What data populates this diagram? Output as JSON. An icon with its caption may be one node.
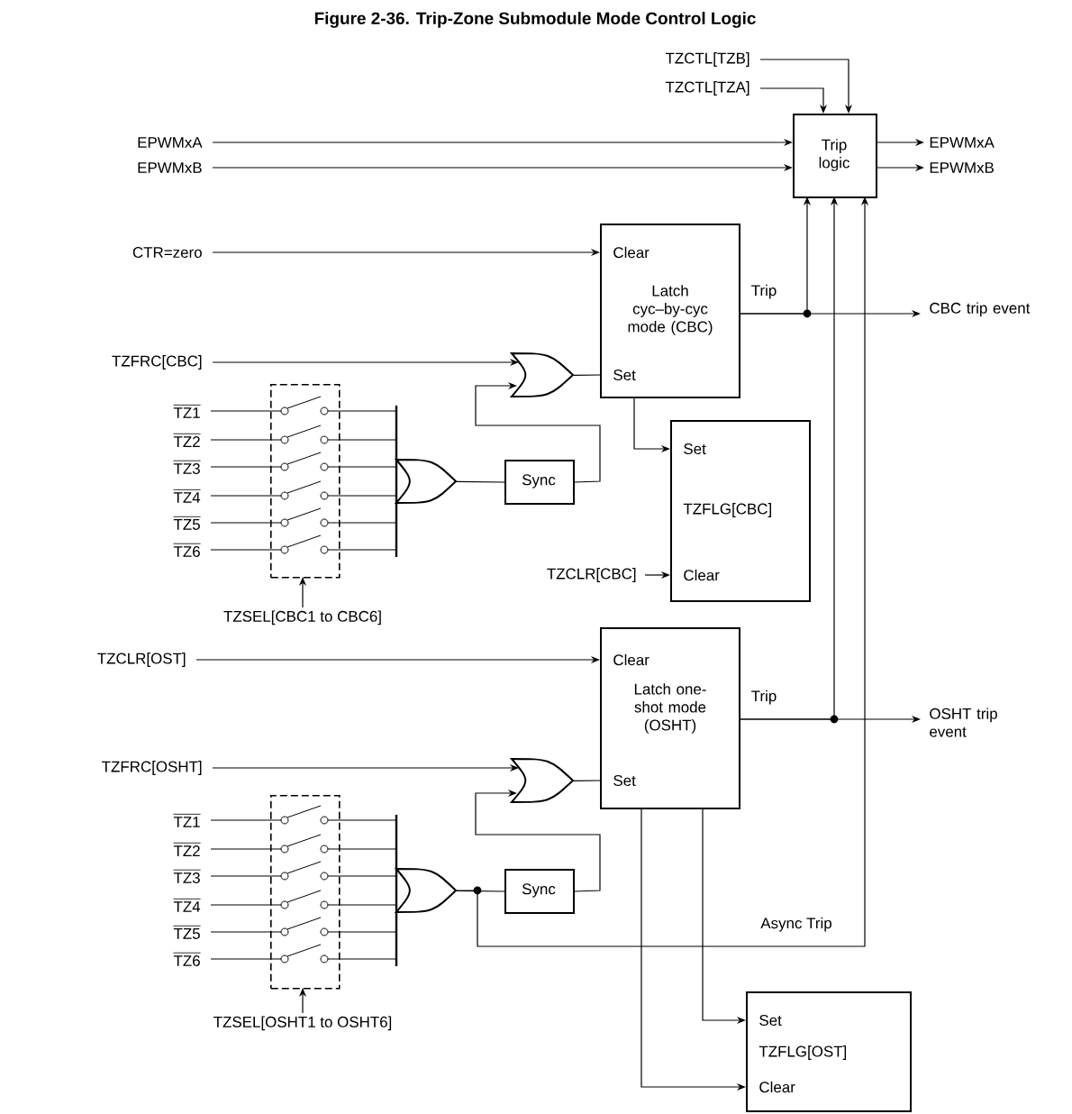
{
  "diagram": {
    "title": "Figure 2-36. Trip-Zone Submodule Mode Control Logic",
    "nodes": [
      {
        "text": [
          "TZCTL[TZB]"
        ]
      },
      {
        "text": [
          "TZCTL[TZA]"
        ]
      },
      {
        "text": [
          "EPWMxA"
        ]
      },
      {
        "text": [
          "EPWMxB"
        ]
      },
      {
        "text": [
          "Trip logic"
        ]
      },
      {
        "text": [
          "EPWMxA"
        ]
      },
      {
        "text": [
          "EPWMxB"
        ]
      },
      {
        "text": [
          "CTR=zero"
        ]
      },
      {
        "text": [
          "Clear",
          "Latch cyc–by-cyc mode (CBC)",
          "Set"
        ]
      },
      {
        "text": [
          "CBC trip event"
        ]
      },
      {
        "text": [
          "TZFRC[CBC]"
        ]
      },
      {
        "text": [],
        "shape": "gate"
      },
      {
        "text": [],
        "shape": "box"
      },
      {
        "text": [
          "TZ1"
        ]
      },
      {
        "text": [
          "TZ2"
        ]
      },
      {
        "text": [
          "TZ3"
        ]
      },
      {
        "text": [
          "TZ4"
        ]
      },
      {
        "text": [
          "TZ5"
        ]
      },
      {
        "text": [
          "TZ6"
        ]
      },
      {
        "text": [],
        "shape": "gate"
      },
      {
        "text": [
          "Sync"
        ]
      },
      {
        "text": [
          "Set",
          "TZFLG[CBC]",
          "Clear"
        ]
      },
      {
        "text": [
          "TZCLR[CBC]"
        ]
      },
      {
        "text": [
          "TZSEL[CBC1 to CBC6]"
        ]
      },
      {
        "text": [
          "TZCLR[OST]"
        ]
      },
      {
        "text": [
          "Clear",
          "Latch one-shot mode (OSHT)",
          "Set"
        ]
      },
      {
        "text": [
          "OSHT trip event"
        ]
      },
      {
        "text": [
          "TZFRC[OSHT]"
        ]
      },
      {
        "text": [],
        "shape": "gate"
      },
      {
        "text": [],
        "shape": "box"
      },
      {
        "text": [
          "TZ1"
        ]
      },
      {
        "text": [
          "TZ2"
        ]
      },
      {
        "text": [
          "TZ3"
        ]
      },
      {
        "text": [
          "TZ4"
        ]
      },
      {
        "text": [
          "TZ5"
        ]
      },
      {
        "text": [
          "TZ6"
        ]
      },
      {
        "text": [],
        "shape": "gate"
      },
      {
        "text": [
          "Sync"
        ]
      },
      {
        "text": [
          "TZSEL[OSHT1 to OSHT6]"
        ]
      },
      {
        "text": [
          "Set",
          "TZFLG[OST]",
          "Clear"
        ]
      }
    ],
    "edges": [
      {
        "from": 0,
        "to": 4,
        "arrow": "to"
      },
      {
        "from": 1,
        "to": 4,
        "arrow": "to"
      },
      {
        "from": 2,
        "to": 4,
        "arrow": "to"
      },
      {
        "from": 3,
        "to": 4,
        "arrow": "to"
      },
      {
        "from": 4,
        "to": 5,
        "arrow": "to"
      },
      {
        "from": 4,
        "to": 6,
        "arrow": "to"
      },
      {
        "from": 7,
        "to": 8,
        "arrow": "to"
      },
      {
        "from": 8,
        "to": 9,
        "arrow": "to",
        "label": "Trip"
      },
      {
        "from": 8,
        "to": 4,
        "arrow": "to"
      },
      {
        "from": 10,
        "to": 11,
        "arrow": "to"
      },
      {
        "from": 13,
        "to": 12,
        "arrow": "none"
      },
      {
        "from": 14,
        "to": 12,
        "arrow": "none"
      },
      {
        "from": 15,
        "to": 12,
        "arrow": "none"
      },
      {
        "from": 16,
        "to": 12,
        "arrow": "none"
      },
      {
        "from": 17,
        "to": 12,
        "arrow": "none"
      },
      {
        "from": 18,
        "to": 12,
        "arrow": "none"
      },
      {
        "from": 23,
        "to": 12,
        "arrow": "to"
      },
      {
        "from": 12,
        "to": 19,
        "arrow": "none"
      },
      {
        "from": 19,
        "to": 20,
        "arrow": "none"
      },
      {
        "from": 20,
        "to": 11,
        "arrow": "to"
      },
      {
        "from": 11,
        "to": 8,
        "arrow": "none"
      },
      {
        "from": 8,
        "to": 21,
        "arrow": "to"
      },
      {
        "from": 22,
        "to": 21,
        "arrow": "to"
      },
      {
        "from": 24,
        "to": 25,
        "arrow": "to"
      },
      {
        "from": 25,
        "to": 26,
        "arrow": "to",
        "label": "Trip"
      },
      {
        "from": 25,
        "to": 4,
        "arrow": "to"
      },
      {
        "from": 27,
        "to": 28,
        "arrow": "to"
      },
      {
        "from": 30,
        "to": 29,
        "arrow": "none"
      },
      {
        "from": 31,
        "to": 29,
        "arrow": "none"
      },
      {
        "from": 32,
        "to": 29,
        "arrow": "none"
      },
      {
        "from": 33,
        "to": 29,
        "arrow": "none"
      },
      {
        "from": 34,
        "to": 29,
        "arrow": "none"
      },
      {
        "from": 35,
        "to": 29,
        "arrow": "none"
      },
      {
        "from": 38,
        "to": 29,
        "arrow": "to"
      },
      {
        "from": 29,
        "to": 36,
        "arrow": "none"
      },
      {
        "from": 36,
        "to": 37,
        "arrow": "none"
      },
      {
        "from": 37,
        "to": 28,
        "arrow": "to"
      },
      {
        "from": 28,
        "to": 25,
        "arrow": "none"
      },
      {
        "from": 36,
        "to": 4,
        "arrow": "to",
        "label": "Async Trip"
      },
      {
        "from": 25,
        "to": 39,
        "arrow": "to"
      },
      {
        "from": 25,
        "to": 39,
        "arrow": "to"
      },
      {
        "from": 12,
        "to": 19,
        "arrow": "none"
      },
      {
        "from": 12,
        "to": 19,
        "arrow": "none"
      },
      {
        "from": 12,
        "to": 19,
        "arrow": "none"
      },
      {
        "from": 12,
        "to": 19,
        "arrow": "none"
      },
      {
        "from": 12,
        "to": 19,
        "arrow": "none"
      },
      {
        "from": 29,
        "to": 36,
        "arrow": "none"
      },
      {
        "from": 29,
        "to": 36,
        "arrow": "none"
      },
      {
        "from": 29,
        "to": 36,
        "arrow": "none"
      },
      {
        "from": 29,
        "to": 36,
        "arrow": "none"
      },
      {
        "from": 29,
        "to": 36,
        "arrow": "none"
      }
    ]
  }
}
